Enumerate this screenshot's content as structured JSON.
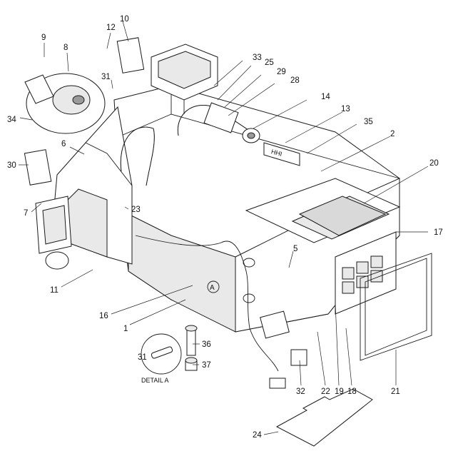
{
  "callouts": [
    {
      "id": "c9",
      "label": "9"
    },
    {
      "id": "c8",
      "label": "8"
    },
    {
      "id": "c10",
      "label": "10"
    },
    {
      "id": "c12",
      "label": "12"
    },
    {
      "id": "c31a",
      "label": "31"
    },
    {
      "id": "c33",
      "label": "33"
    },
    {
      "id": "c25",
      "label": "25"
    },
    {
      "id": "c29",
      "label": "29"
    },
    {
      "id": "c28",
      "label": "28"
    },
    {
      "id": "c14",
      "label": "14"
    },
    {
      "id": "c13",
      "label": "13"
    },
    {
      "id": "c35",
      "label": "35"
    },
    {
      "id": "c2",
      "label": "2"
    },
    {
      "id": "c20",
      "label": "20"
    },
    {
      "id": "c17",
      "label": "17"
    },
    {
      "id": "c34",
      "label": "34"
    },
    {
      "id": "c6",
      "label": "6"
    },
    {
      "id": "c30",
      "label": "30"
    },
    {
      "id": "c7",
      "label": "7"
    },
    {
      "id": "c23",
      "label": "23"
    },
    {
      "id": "c5",
      "label": "5"
    },
    {
      "id": "c11",
      "label": "11"
    },
    {
      "id": "c16",
      "label": "16"
    },
    {
      "id": "c1",
      "label": "1"
    },
    {
      "id": "c36",
      "label": "36"
    },
    {
      "id": "c31b",
      "label": "31"
    },
    {
      "id": "c37",
      "label": "37"
    },
    {
      "id": "c32",
      "label": "32"
    },
    {
      "id": "c22",
      "label": "22"
    },
    {
      "id": "c19",
      "label": "19"
    },
    {
      "id": "c18",
      "label": "18"
    },
    {
      "id": "c21",
      "label": "21"
    },
    {
      "id": "c24",
      "label": "24"
    }
  ],
  "detail_label": "DETAIL A",
  "marker_label": "A",
  "plate_label": "HHI"
}
